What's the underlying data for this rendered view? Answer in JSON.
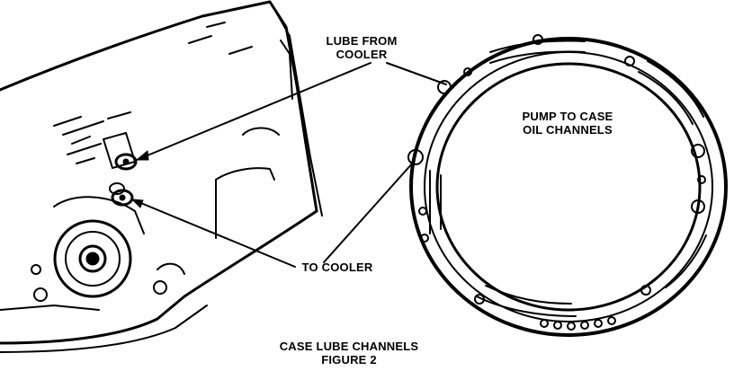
{
  "labels": {
    "lube_from_cooler_line1": "LUBE FROM",
    "lube_from_cooler_line2": "COOLER",
    "pump_to_case_line1": "PUMP TO CASE",
    "pump_to_case_line2": "OIL CHANNELS",
    "to_cooler": "TO COOLER",
    "caption_line1": "CASE LUBE CHANNELS",
    "caption_line2": "FIGURE 2"
  },
  "colors": {
    "ink": "#000000",
    "paper": "#ffffff"
  }
}
